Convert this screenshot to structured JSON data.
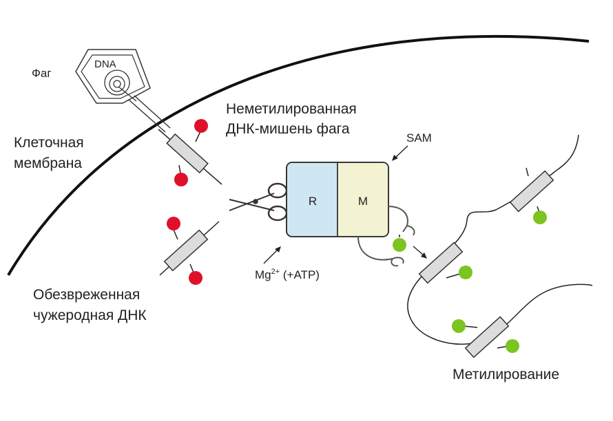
{
  "labels": {
    "phage": "Фаг",
    "dna": "DNA",
    "membrane_line1": "Клеточная",
    "membrane_line2": "мембрана",
    "target_line1": "Неметилированная",
    "target_line2": "ДНК-мишень фага",
    "sam": "SAM",
    "enzyme_r": "R",
    "enzyme_m": "M",
    "mg_base": "Mg",
    "mg_sup": "2+",
    "mg_rest": " (+ATP)",
    "neutralized_line1": "Обезвреженная",
    "neutralized_line2": "чужеродная ДНК",
    "methylation": "Метилирование"
  },
  "colors": {
    "red_marker": "#e0102a",
    "green_marker": "#7cc41f",
    "r_domain": "#cfe6f3",
    "m_domain": "#f3f3d3",
    "segment_fill": "#dcdcdc",
    "line": "#1a1a1a"
  }
}
